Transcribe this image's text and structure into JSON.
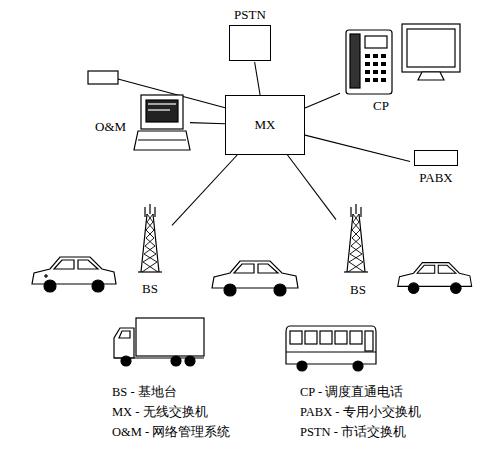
{
  "diagram": {
    "nodes": [
      {
        "text": [
          "PSTN"
        ]
      },
      {
        "text": [
          "CP"
        ]
      },
      {
        "text": [
          "O&M"
        ]
      },
      {
        "text": [
          "MX"
        ]
      },
      {
        "text": [
          "PABX"
        ]
      },
      {
        "text": [
          "BS"
        ]
      },
      {
        "text": [
          "BS"
        ]
      }
    ],
    "edges": [
      {
        "from": 3,
        "to": 0,
        "arrow": "none"
      },
      {
        "from": 3,
        "to": 1,
        "arrow": "none"
      },
      {
        "from": 3,
        "to": 2,
        "arrow": "none"
      },
      {
        "from": 3,
        "to": 4,
        "arrow": "none"
      },
      {
        "from": 3,
        "to": 5,
        "arrow": "none"
      },
      {
        "from": 3,
        "to": 6,
        "arrow": "none"
      }
    ],
    "labels": [
      "BS - 基地台",
      "CP - 调度直通电话",
      "MX - 无线交换机",
      "PABX - 专用小交换机",
      "O&M - 网络管理系统",
      "PSTN - 市话交换机"
    ]
  }
}
